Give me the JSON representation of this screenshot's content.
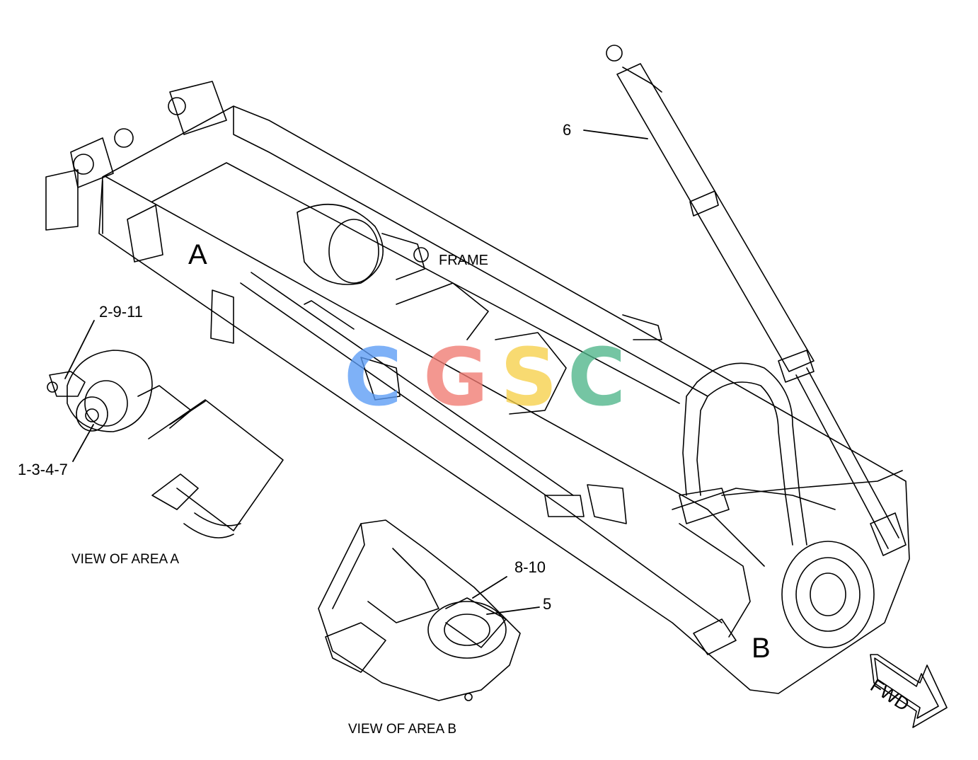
{
  "callouts": {
    "c6": "6",
    "c2911": "2-9-11",
    "c1347": "1-3-4-7",
    "c810": "8-10",
    "c5": "5"
  },
  "labels": {
    "frame": "FRAME",
    "area_a": "A",
    "area_b": "B",
    "view_a": "VIEW OF AREA A",
    "view_b": "VIEW OF AREA B",
    "fwd": "FWD"
  },
  "watermark": {
    "letters": [
      "C",
      "G",
      "S",
      "C"
    ],
    "colors": [
      "#5b9cf5",
      "#f07a72",
      "#f7d04a",
      "#4fb58a"
    ]
  }
}
